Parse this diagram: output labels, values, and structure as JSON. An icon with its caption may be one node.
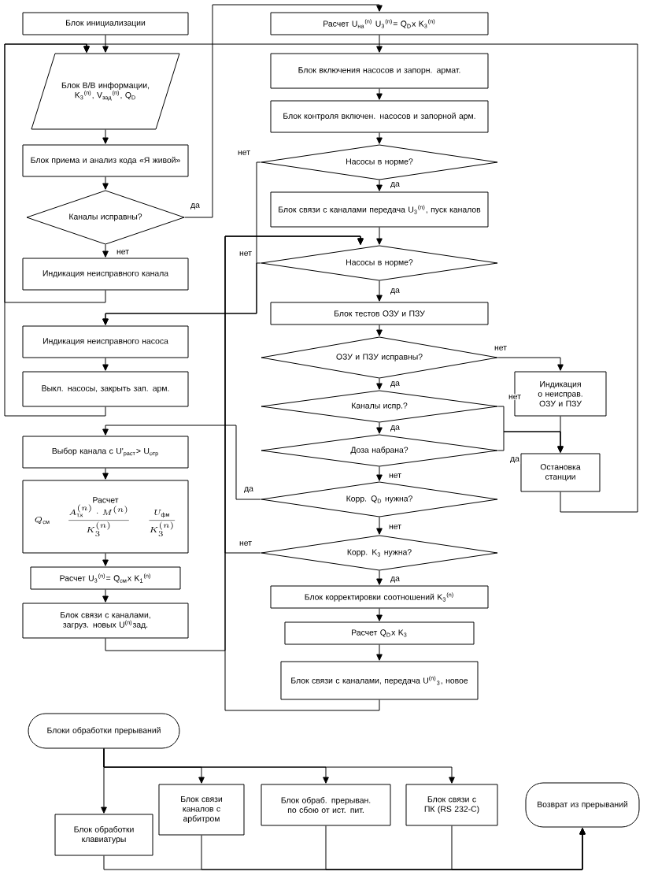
{
  "diagram": {
    "nodes": [
      {
        "text": [
          "Блок инициализации"
        ]
      },
      {
        "text": [
          "Блок В/В информации, K$_{3}$$^{(n)}$, V$_{зад}$$^{(n)}$, Q$_{D}$"
        ]
      },
      {
        "text": [
          "Блок приема и анализ кода «Я живой»"
        ]
      },
      {
        "text": [
          "Каналы исправны?"
        ]
      },
      {
        "text": [
          "Индикация неисправного канала"
        ]
      },
      {
        "text": [
          "Индикация неисправного насоса"
        ]
      },
      {
        "text": [
          "Выкл. насосы, закрыть зап. арм."
        ]
      },
      {
        "text": [
          "Выбор канала с U'$_{раст}$> U$_{отр}$"
        ]
      },
      {
        "text": [
          "Расчет",
          "Q_{\\text{см}}\\qquad\\frac{A^{(n)}_{\\text{т.к}}\\cdot M^{(n)}}{K_3^{(n)}}\\qquad\\frac{U_{\\text{фм}}}{K_3^{(n)}}"
        ]
      },
      {
        "text": [
          "Расчет U$_{3}$$^{(n)}$= Q$_{см}$x K$_{1}$$^{(n)}$"
        ]
      },
      {
        "text": [
          "Блок связи с каналами, загруз. новых U$^{(n)}$зад."
        ]
      },
      {
        "text": [
          "Расчет U$_{на}$$^{(n)}$ U$_{3}$$^{(n)}$= Q$_{D}$x K$_{3}$$^{(n)}$"
        ]
      },
      {
        "text": [
          "Блок включения насосов и запорн. армат."
        ]
      },
      {
        "text": [
          "Блок контроля включен. насосов и запорной арм."
        ]
      },
      {
        "text": [
          "Насосы в норме?"
        ]
      },
      {
        "text": [
          "Блок связи с каналами передача U$_{3}$$^{(n)}$, пуск каналов"
        ]
      },
      {
        "text": [
          "Насосы в норме?"
        ]
      },
      {
        "text": [
          "Блок тестов ОЗУ и ПЗУ"
        ]
      },
      {
        "text": [
          "ОЗУ и ПЗУ исправны?"
        ]
      },
      {
        "text": [
          "Каналы испр.?"
        ]
      },
      {
        "text": [
          "Доза набрана?"
        ]
      },
      {
        "text": [
          "Корр. Q$_{D}$ нужна?"
        ]
      },
      {
        "text": [
          "Корр. K$_{3}$ нужна?"
        ]
      },
      {
        "text": [
          "Блок корректировки соотношений K$_{3}$$^{(n)}$"
        ]
      },
      {
        "text": [
          "Расчет Q$_{D}$x K$_{3}$"
        ]
      },
      {
        "text": [
          "Блок связи с каналами, передача U$^{(n)}$$_{3}$, новое"
        ]
      },
      {
        "text": [
          "Индикация о неисправ. ОЗУ и ПЗУ"
        ]
      },
      {
        "text": [
          "Остановка станции"
        ]
      },
      {
        "text": [
          "Блоки обработки прерываний"
        ]
      },
      {
        "text": [
          "Блок обработки клавиатуры"
        ]
      },
      {
        "text": [
          "Блок связи каналов с арбитром"
        ]
      },
      {
        "text": [
          "Блок обраб. прерыван. по сбою от ист. пит."
        ]
      },
      {
        "text": [
          "Блок связи с ПК (RS 232-C)"
        ]
      },
      {
        "text": [
          "Возврат из прерываний"
        ]
      }
    ],
    "edges": [
      {
        "from": 0,
        "to": 1,
        "arrow": "to"
      },
      {
        "from": 1,
        "to": 2,
        "arrow": "to"
      },
      {
        "from": 2,
        "to": 3,
        "arrow": "to"
      },
      {
        "from": 3,
        "to": 4,
        "arrow": "to",
        "label": "нет"
      },
      {
        "from": 3,
        "to": 11,
        "arrow": "to",
        "label": "да"
      },
      {
        "from": 4,
        "to": 1,
        "arrow": "to"
      },
      {
        "from": 5,
        "to": 6,
        "arrow": "to"
      },
      {
        "from": 6,
        "to": 1,
        "arrow": "to"
      },
      {
        "from": 7,
        "to": 8,
        "arrow": "to"
      },
      {
        "from": 8,
        "to": 9,
        "arrow": "to"
      },
      {
        "from": 9,
        "to": 10,
        "arrow": "to"
      },
      {
        "from": 10,
        "to": 16,
        "arrow": "to"
      },
      {
        "from": 11,
        "to": 12,
        "arrow": "to"
      },
      {
        "from": 12,
        "to": 13,
        "arrow": "to"
      },
      {
        "from": 13,
        "to": 14,
        "arrow": "to"
      },
      {
        "from": 14,
        "to": 15,
        "arrow": "to",
        "label": "да"
      },
      {
        "from": 14,
        "to": 5,
        "arrow": "to",
        "label": "нет"
      },
      {
        "from": 15,
        "to": 16,
        "arrow": "to"
      },
      {
        "from": 16,
        "to": 5,
        "arrow": "to",
        "label": "нет"
      },
      {
        "from": 16,
        "to": 17,
        "arrow": "to",
        "label": "да"
      },
      {
        "from": 17,
        "to": 18,
        "arrow": "to"
      },
      {
        "from": 18,
        "to": 26,
        "arrow": "to",
        "label": "нет"
      },
      {
        "from": 18,
        "to": 19,
        "arrow": "to",
        "label": "да"
      },
      {
        "from": 19,
        "to": 20,
        "arrow": "to",
        "label": "да"
      },
      {
        "from": 19,
        "to": 27,
        "arrow": "to",
        "label": "нет"
      },
      {
        "from": 20,
        "to": 27,
        "arrow": "to",
        "label": "да"
      },
      {
        "from": 26,
        "to": 27,
        "arrow": "to"
      },
      {
        "from": 20,
        "to": 21,
        "arrow": "to",
        "label": "нет"
      },
      {
        "from": 21,
        "to": 7,
        "arrow": "to",
        "label": "да"
      },
      {
        "from": 21,
        "to": 22,
        "arrow": "to",
        "label": "нет"
      },
      {
        "from": 22,
        "to": 16,
        "arrow": "to",
        "label": "нет"
      },
      {
        "from": 22,
        "to": 23,
        "arrow": "to",
        "label": "да"
      },
      {
        "from": 23,
        "to": 24,
        "arrow": "to"
      },
      {
        "from": 24,
        "to": 25,
        "arrow": "to"
      },
      {
        "from": 25,
        "to": 16,
        "arrow": "to"
      },
      {
        "from": 27,
        "to": 1,
        "arrow": "to"
      },
      {
        "from": 28,
        "to": 29,
        "arrow": "to"
      },
      {
        "from": 28,
        "to": 30,
        "arrow": "to"
      },
      {
        "from": 28,
        "to": 31,
        "arrow": "to"
      },
      {
        "from": 28,
        "to": 32,
        "arrow": "to"
      },
      {
        "from": 29,
        "to": 33,
        "arrow": "to"
      },
      {
        "from": 30,
        "to": 33,
        "arrow": "to"
      },
      {
        "from": 31,
        "to": 33,
        "arrow": "to"
      },
      {
        "from": 32,
        "to": 33,
        "arrow": "to"
      }
    ]
  }
}
